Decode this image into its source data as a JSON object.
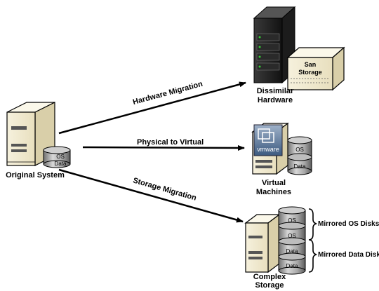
{
  "nodes": {
    "original": {
      "label": "Original System",
      "disk_top": "OS",
      "disk_bottom": "Data"
    },
    "dissimilar": {
      "label_line1": "Dissimilar",
      "label_line2": "Hardware",
      "san_line1": "San",
      "san_line2": "Storage"
    },
    "virtual": {
      "label_line1": "Virtual",
      "label_line2": "Machines",
      "vm_logo": "vmware",
      "disk_top": "OS",
      "disk_bottom": "Data"
    },
    "complex": {
      "label_line1": "Complex",
      "label_line2": "Storage",
      "disks": [
        "OS",
        "OS",
        "Data",
        "Data"
      ]
    }
  },
  "edges": {
    "hardware": "Hardware Migration",
    "p2v": "Physical to Virtual",
    "storage": "Storage Migration"
  },
  "annotations": {
    "mirrored_os": "Mirrored OS Disks",
    "mirrored_data": "Mirrored Data Disks"
  }
}
